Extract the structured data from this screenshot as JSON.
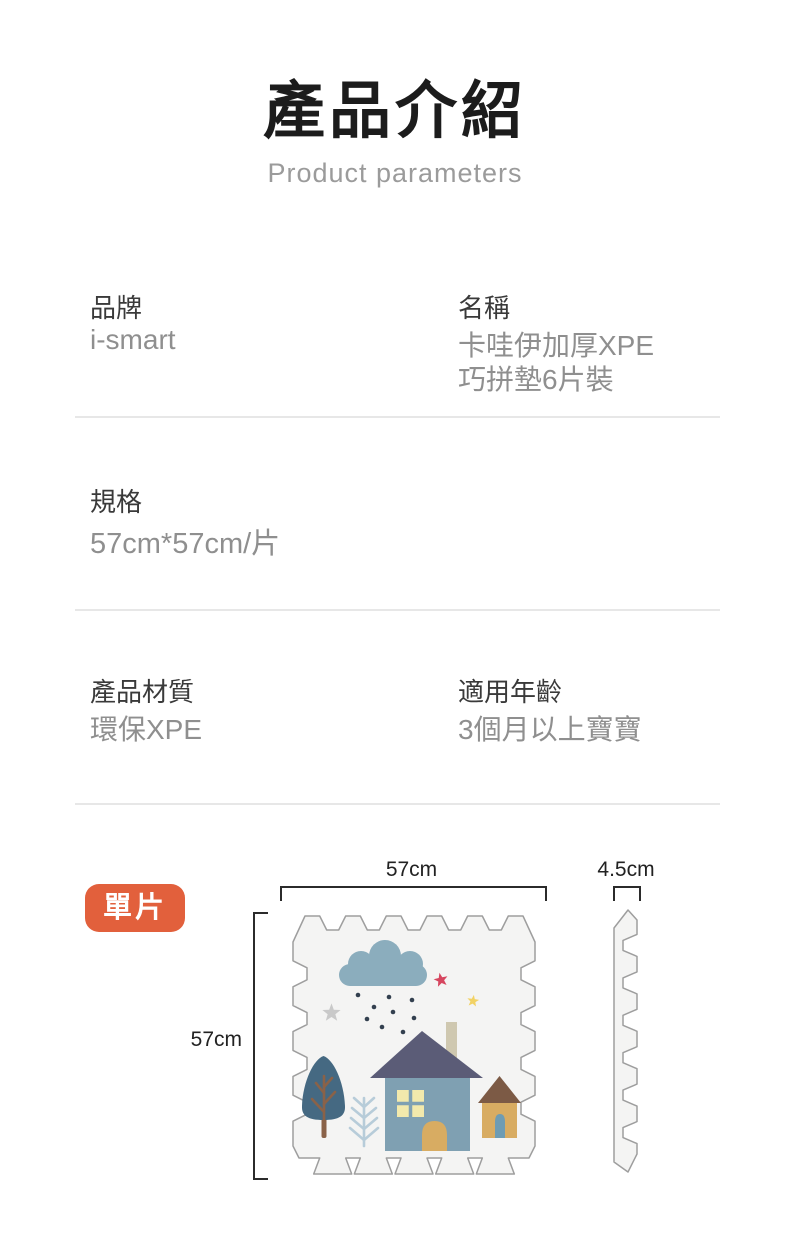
{
  "header": {
    "title": "產品介紹",
    "subtitle": "Product parameters"
  },
  "params": {
    "brand": {
      "label": "品牌",
      "value": "i-smart"
    },
    "name": {
      "label": "名稱",
      "value_line1": "卡哇伊加厚XPE",
      "value_line2": "巧拼墊6片裝"
    },
    "spec": {
      "label": "規格",
      "value": "57cm*57cm/片"
    },
    "material": {
      "label": "產品材質",
      "value": "環保XPE"
    },
    "age": {
      "label": "適用年齡",
      "value": "3個月以上寶寶"
    }
  },
  "diagram": {
    "badge_label": "單片",
    "top_width_label": "57cm",
    "side_height_label": "57cm",
    "thickness_label": "4.5cm"
  },
  "colors": {
    "badge_background": "#e2603c",
    "title_text": "#1c1c1c",
    "label_text": "#3a3a3a",
    "value_text": "#8f8f8f",
    "subtitle_text": "#9b9b9b",
    "divider": "#e7e7e7",
    "measure_line": "#2b2b2b",
    "mat_fill": "#f4f4f3",
    "mat_outline": "#9e9e9e",
    "cloud": "#8badbd",
    "rain_dots": "#33404f",
    "star_red": "#d6465f",
    "star_yellow": "#f2d264",
    "star_gray": "#c9c9c9",
    "house_body": "#7fa0b2",
    "house_roof": "#5b5c77",
    "window": "#f2e9ac",
    "door_tan": "#d8ac62",
    "chimney": "#cfc8b0",
    "small_house_roof": "#7c5a45",
    "small_house_door": "#6e9cb3",
    "tree_canopy": "#456982",
    "tree_trunk": "#8a6248",
    "pine_sketch": "#b7ccd9"
  }
}
